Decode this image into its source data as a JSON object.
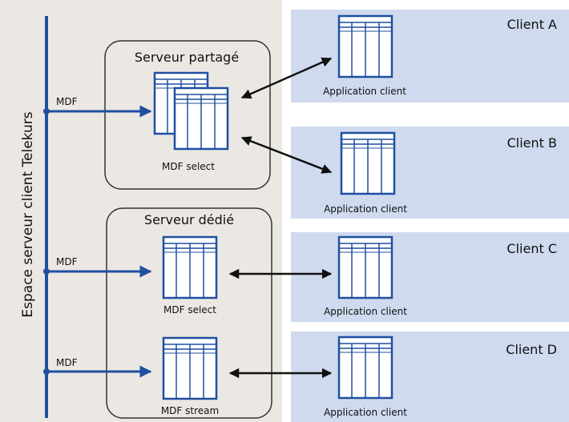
{
  "server_space": {
    "label": "Espace serveur client Telekurs"
  },
  "feeds": [
    {
      "label": "MDF"
    },
    {
      "label": "MDF"
    },
    {
      "label": "MDF"
    }
  ],
  "servers": [
    {
      "title": "Serveur partagé",
      "db_label": "MDF select"
    },
    {
      "title": "Serveur dédié",
      "db_labels": [
        "MDF select",
        "MDF stream"
      ]
    }
  ],
  "clients": [
    {
      "name": "Client A",
      "app_label": "Application client"
    },
    {
      "name": "Client B",
      "app_label": "Application client"
    },
    {
      "name": "Client C",
      "app_label": "Application client"
    },
    {
      "name": "Client D",
      "app_label": "Application client"
    }
  ],
  "colors": {
    "server_space_bg": "#ebe8e3",
    "client_bg": "#cfdaef",
    "accent_blue": "#1f4fa0",
    "arrow_black": "#111111",
    "box_stroke": "#333333"
  }
}
